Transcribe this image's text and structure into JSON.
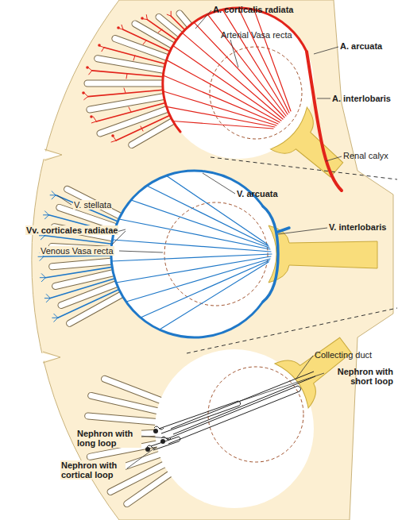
{
  "diagram": {
    "labels": [
      "A. corticalis radiata",
      "Arterial Vasa recta",
      "A. arcuata",
      "A. interlobaris",
      "Renal calyx",
      "V. arcuata",
      "V. stellata",
      "Vv. corticales radiatae",
      "Venous Vasa recta",
      "V. interlobaris",
      "Collecting duct",
      "Nephron with short loop",
      "Nephron with long loop",
      "Nephron with cortical loop"
    ]
  }
}
